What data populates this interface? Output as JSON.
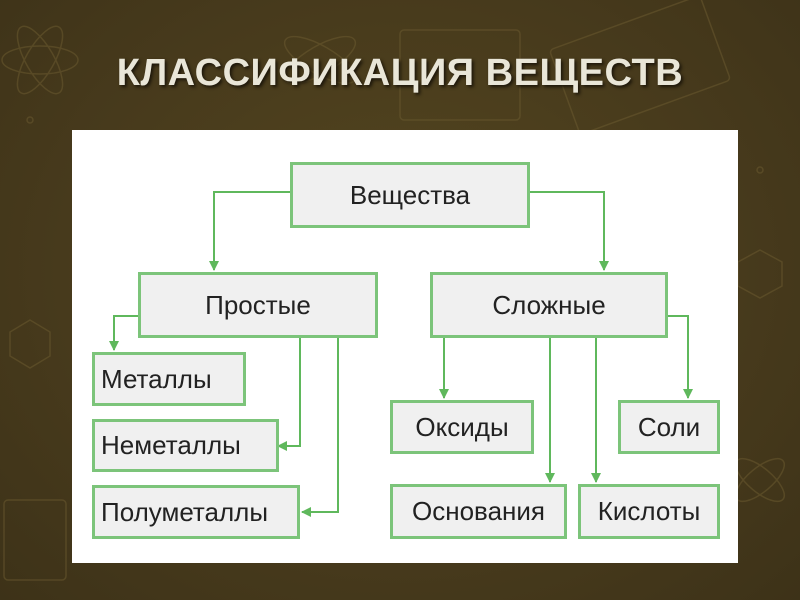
{
  "slide": {
    "title": "КЛАССИФИКАЦИЯ ВЕЩЕСТВ",
    "background_color": "#4a3d1f",
    "panel_color": "#ffffff"
  },
  "diagram": {
    "line_color": "#5fb85c",
    "box_border_color": "#7cc47a",
    "box_fill_color": "#f0f0f0",
    "root": "Вещества",
    "categories": [
      {
        "label": "Простые",
        "children": [
          "Металлы",
          "Неметаллы",
          "Полуметаллы"
        ]
      },
      {
        "label": "Сложные",
        "children": [
          "Оксиды",
          "Основания",
          "Кислоты",
          "Соли"
        ]
      }
    ]
  }
}
